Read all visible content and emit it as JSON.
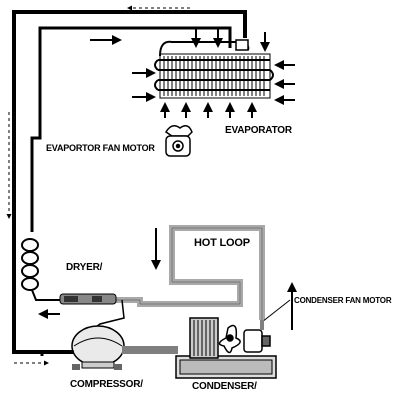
{
  "labels": {
    "evaporator": "EVAPORATOR",
    "evaporator_fan_motor": "EVAPORTOR FAN MOTOR",
    "hot_loop": "HOT LOOP",
    "dryer": "DRYER/",
    "condenser_fan_motor": "CONDENSER FAN MOTOR",
    "compressor": "COMPRESSOR/",
    "condenser": "CONDENSER/"
  },
  "colors": {
    "line": "#000000",
    "hot_loop": "#a9a9a9",
    "condenser_pipe": "#7f7f7f",
    "background": "#ffffff"
  },
  "icons": [
    "evaporator-coil-icon",
    "fan-motor-icon",
    "dryer-icon",
    "compressor-icon",
    "condenser-coil-icon",
    "condenser-fan-icon",
    "flow-arrow-icon"
  ]
}
